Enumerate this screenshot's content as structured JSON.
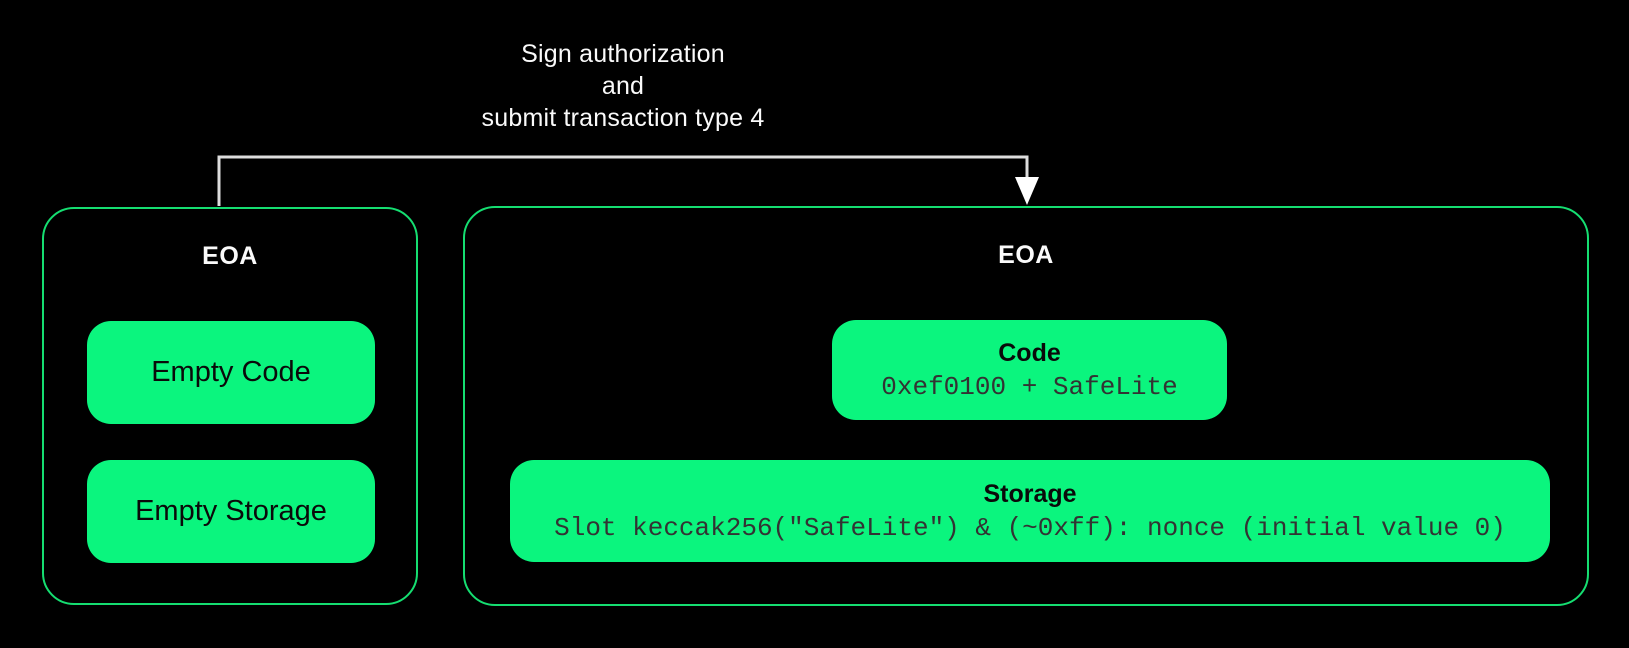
{
  "diagram": {
    "background": "#000000",
    "colors": {
      "chip_fill": "#0bf57e",
      "panel_border": "#15de71",
      "arrow_line": "#dddddd",
      "arrow_head": "#ffffff",
      "panel_title_text": "#fafafa",
      "chip_text": "#0a0a0a",
      "mono_text": "#333333"
    },
    "arrow": {
      "label_lines": [
        "Sign authorization",
        "and",
        "submit transaction type 4"
      ]
    },
    "left_panel": {
      "title": "EOA",
      "items": [
        {
          "title": "Empty Code"
        },
        {
          "title": "Empty Storage"
        }
      ]
    },
    "right_panel": {
      "title": "EOA",
      "items": [
        {
          "title": "Code",
          "subtitle": "0xef0100 + SafeLite"
        },
        {
          "title": "Storage",
          "subtitle": "Slot keccak256(\"SafeLite\") & (~0xff): nonce (initial value 0)"
        }
      ]
    }
  }
}
